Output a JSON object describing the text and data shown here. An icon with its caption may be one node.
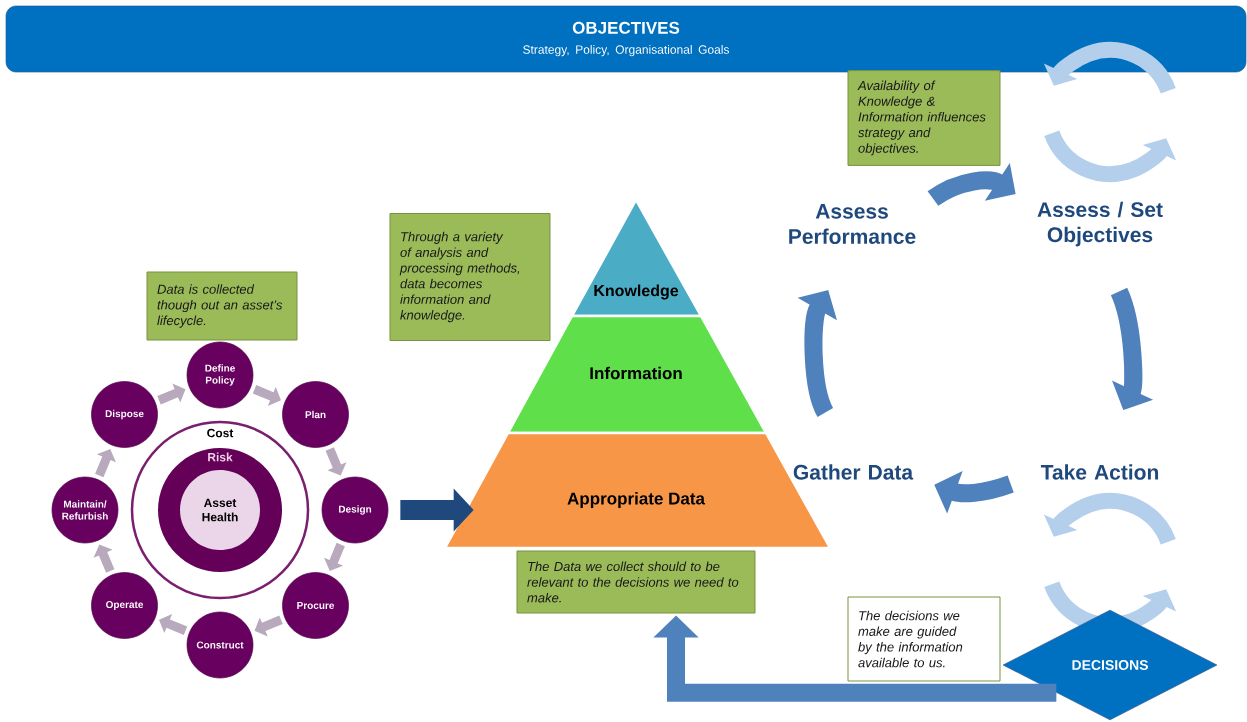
{
  "diagram": {
    "nodes": [
      {
        "text": [
          "OBJECTIVES",
          "Strategy, Policy, Organisational Goals"
        ]
      },
      {
        "text": [
          "Data is collected though out an asset’s lifecycle."
        ]
      },
      {
        "text": [
          "Define Policy"
        ]
      },
      {
        "text": [
          "Plan"
        ]
      },
      {
        "text": [
          "Design"
        ]
      },
      {
        "text": [
          "Procure"
        ]
      },
      {
        "text": [
          "Construct"
        ]
      },
      {
        "text": [
          "Operate"
        ]
      },
      {
        "text": [
          "Maintain/ Refurbish"
        ]
      },
      {
        "text": [
          "Dispose"
        ]
      },
      {
        "text": [
          "Cost"
        ]
      },
      {
        "text": [
          "Risk"
        ],
        "in": 10
      },
      {
        "text": [
          "Asset Health"
        ],
        "in": 11
      },
      {
        "text": [
          "Through a variety of analysis and processing methods, data becomes information and knowledge."
        ]
      },
      {
        "text": [
          "Knowledge"
        ]
      },
      {
        "text": [
          "Information"
        ]
      },
      {
        "text": [
          "Appropriate Data"
        ]
      },
      {
        "text": [
          "The Data we collect should to be relevant to the decisions we need to make."
        ]
      },
      {
        "text": [
          "Assess Performance"
        ]
      },
      {
        "text": [
          "Assess / Set Objectives"
        ]
      },
      {
        "text": [
          "Take Action"
        ]
      },
      {
        "text": [
          "Gather Data"
        ]
      },
      {
        "text": [
          "Availability of Knowledge & Information influences strategy and objectives."
        ]
      },
      {
        "text": [
          "DECISIONS"
        ]
      },
      {
        "text": [
          "The decisions we make are guided by the information available to us."
        ]
      }
    ],
    "edges": [
      {
        "from": 2,
        "to": 3,
        "arrow": "to"
      },
      {
        "from": 3,
        "to": 4,
        "arrow": "to"
      },
      {
        "from": 4,
        "to": 5,
        "arrow": "to"
      },
      {
        "from": 5,
        "to": 6,
        "arrow": "to"
      },
      {
        "from": 6,
        "to": 7,
        "arrow": "to"
      },
      {
        "from": 7,
        "to": 8,
        "arrow": "to"
      },
      {
        "from": 8,
        "to": 9,
        "arrow": "to"
      },
      {
        "from": 9,
        "to": 2,
        "arrow": "to"
      },
      {
        "from": 4,
        "to": 16,
        "arrow": "to",
        "style": "thick",
        "color": "#1f497d"
      },
      {
        "from": 21,
        "to": 18,
        "arrow": "to",
        "style": "thick",
        "color": "#4f81bd"
      },
      {
        "from": 18,
        "to": 19,
        "arrow": "to",
        "style": "thick",
        "color": "#4f81bd"
      },
      {
        "from": 19,
        "to": 20,
        "arrow": "to",
        "style": "thick",
        "color": "#4f81bd"
      },
      {
        "from": 20,
        "to": 21,
        "arrow": "to",
        "style": "thick",
        "color": "#4f81bd"
      },
      {
        "from": 23,
        "to": 17,
        "arrow": "to",
        "style": "thick",
        "color": "#4f81bd"
      }
    ]
  }
}
